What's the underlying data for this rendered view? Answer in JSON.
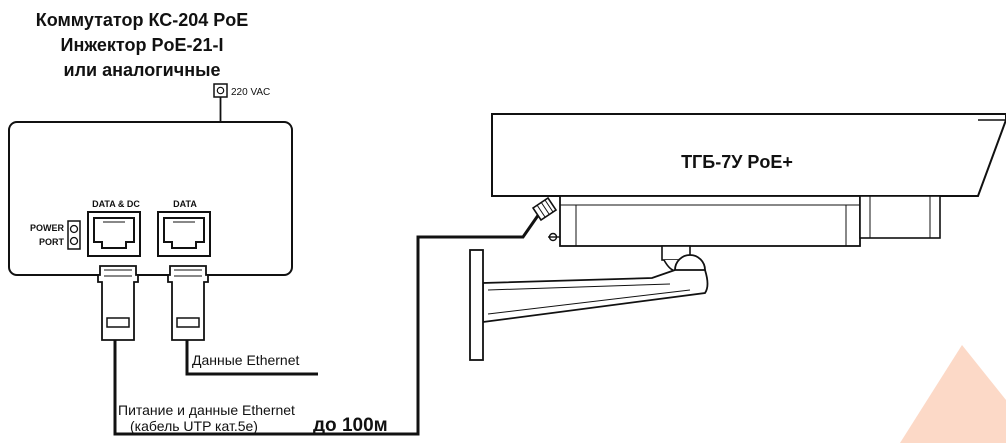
{
  "title": {
    "line1": "Коммутатор КС-204 PoE",
    "line2": "Инжектор PoE-21-I",
    "line3": "или аналогичные"
  },
  "power_input": "220 VAC",
  "injector": {
    "power_port_line1": "POWER",
    "power_port_line2": "PORT",
    "port_data_dc": "DATA & DC",
    "port_data": "DATA"
  },
  "camera": {
    "label": "ТГБ-7У PoE+"
  },
  "cables": {
    "ethernet_data": "Данные Ethernet",
    "power_data_line1": "Питание и данные Ethernet",
    "power_data_line2": "(кабель UTP кат.5е)",
    "distance": "до 100м"
  },
  "colors": {
    "line": "#111111",
    "accent": "#fcd9c7"
  }
}
